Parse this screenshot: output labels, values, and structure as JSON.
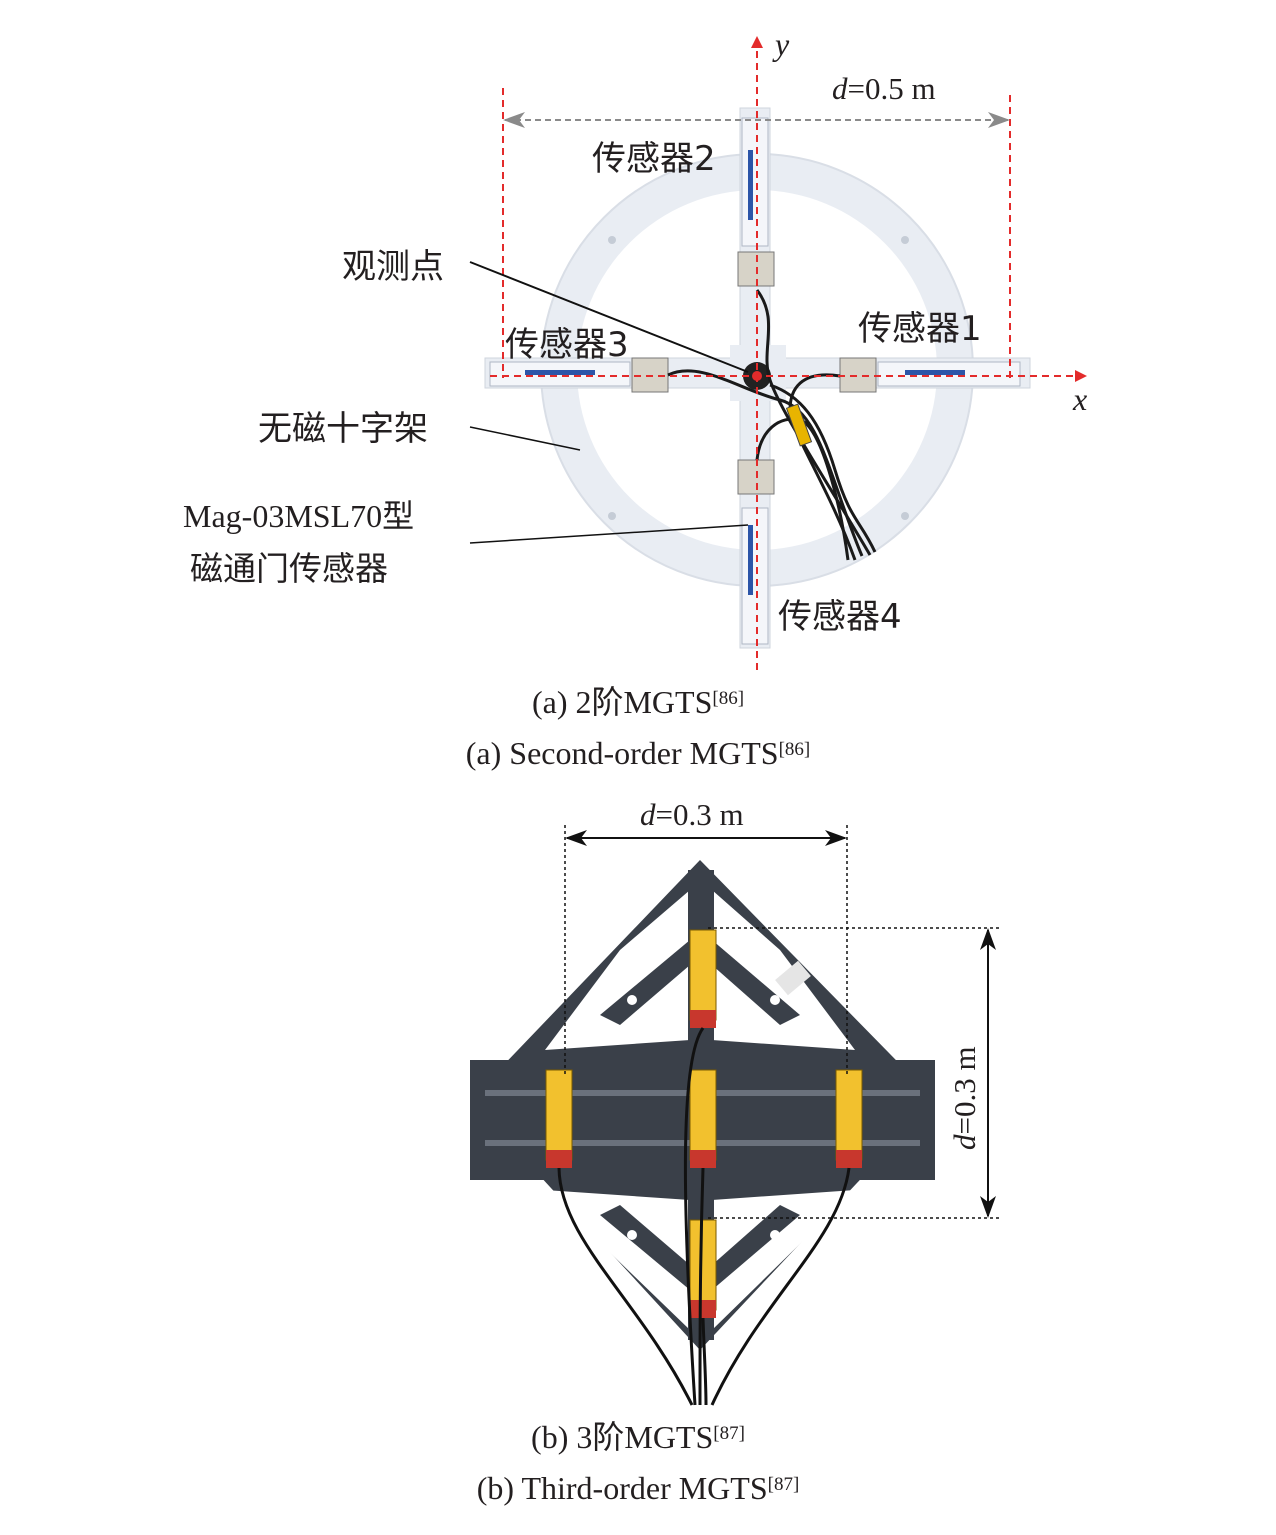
{
  "panel_a": {
    "axis_x": "x",
    "axis_y": "y",
    "dimension": {
      "symbol": "d",
      "value": "=0.5 m"
    },
    "labels": {
      "sensor1": "传感器1",
      "sensor2": "传感器2",
      "sensor3": "传感器3",
      "sensor4": "传感器4",
      "observation_point": "观测点",
      "frame": "无磁十字架",
      "magnetometer_line1": "Mag-03MSL70型",
      "magnetometer_line2": "磁通门传感器"
    },
    "caption_cn": {
      "text": "(a) 2阶MGTS",
      "ref": "[86]"
    },
    "caption_en": {
      "text": "(a) Second-order MGTS",
      "ref": "[86]"
    }
  },
  "panel_b": {
    "dimension_top": {
      "symbol": "d",
      "value": "=0.3 m"
    },
    "dimension_right": {
      "symbol": "d",
      "value": "=0.3 m"
    },
    "caption_cn": {
      "text": "(b) 3阶MGTS",
      "ref": "[87]"
    },
    "caption_en": {
      "text": "(b) Third-order MGTS",
      "ref": "[87]"
    }
  },
  "colors": {
    "axis_red": "#e32b2b",
    "dimension_gray": "#8a8a8a",
    "frame_white": "#e9edf3",
    "frame_dark": "#3a4049",
    "sensor_yellow": "#f2c12e",
    "sensor_red": "#c8372d"
  }
}
